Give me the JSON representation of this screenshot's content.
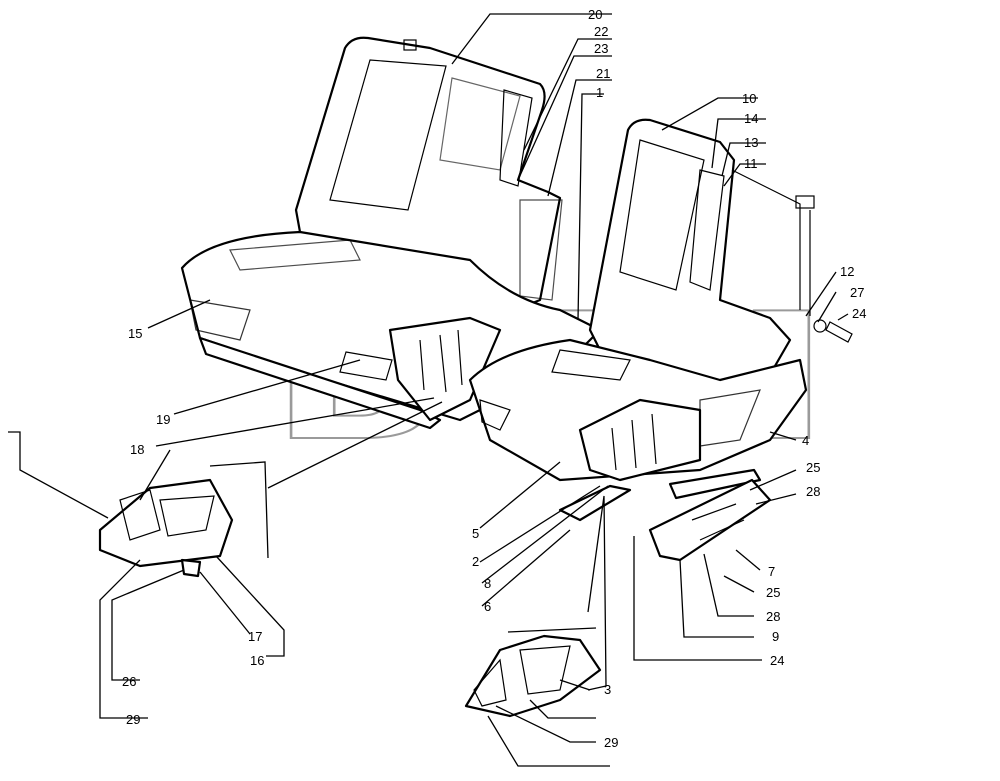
{
  "watermark": {
    "text": "BTM"
  },
  "labels": {
    "n1": "1",
    "n2": "2",
    "n3": "3",
    "n4": "4",
    "n5": "5",
    "n6": "6",
    "n7": "7",
    "n8": "8",
    "n9": "9",
    "n10": "10",
    "n11": "11",
    "n12": "12",
    "n13": "13",
    "n14": "14",
    "n15": "15",
    "n16": "16",
    "n17": "17",
    "n18": "18",
    "n19": "19",
    "n20": "20",
    "n21": "21",
    "n22": "22",
    "n23": "23",
    "n24a": "24",
    "n24b": "24",
    "n25a": "25",
    "n25b": "25",
    "n26": "26",
    "n27": "27",
    "n28a": "28",
    "n28b": "28",
    "n29a": "29",
    "n29b": "29"
  },
  "colors": {
    "line": "#000000",
    "watermark": "#9a9a9a",
    "background": "#ffffff"
  }
}
